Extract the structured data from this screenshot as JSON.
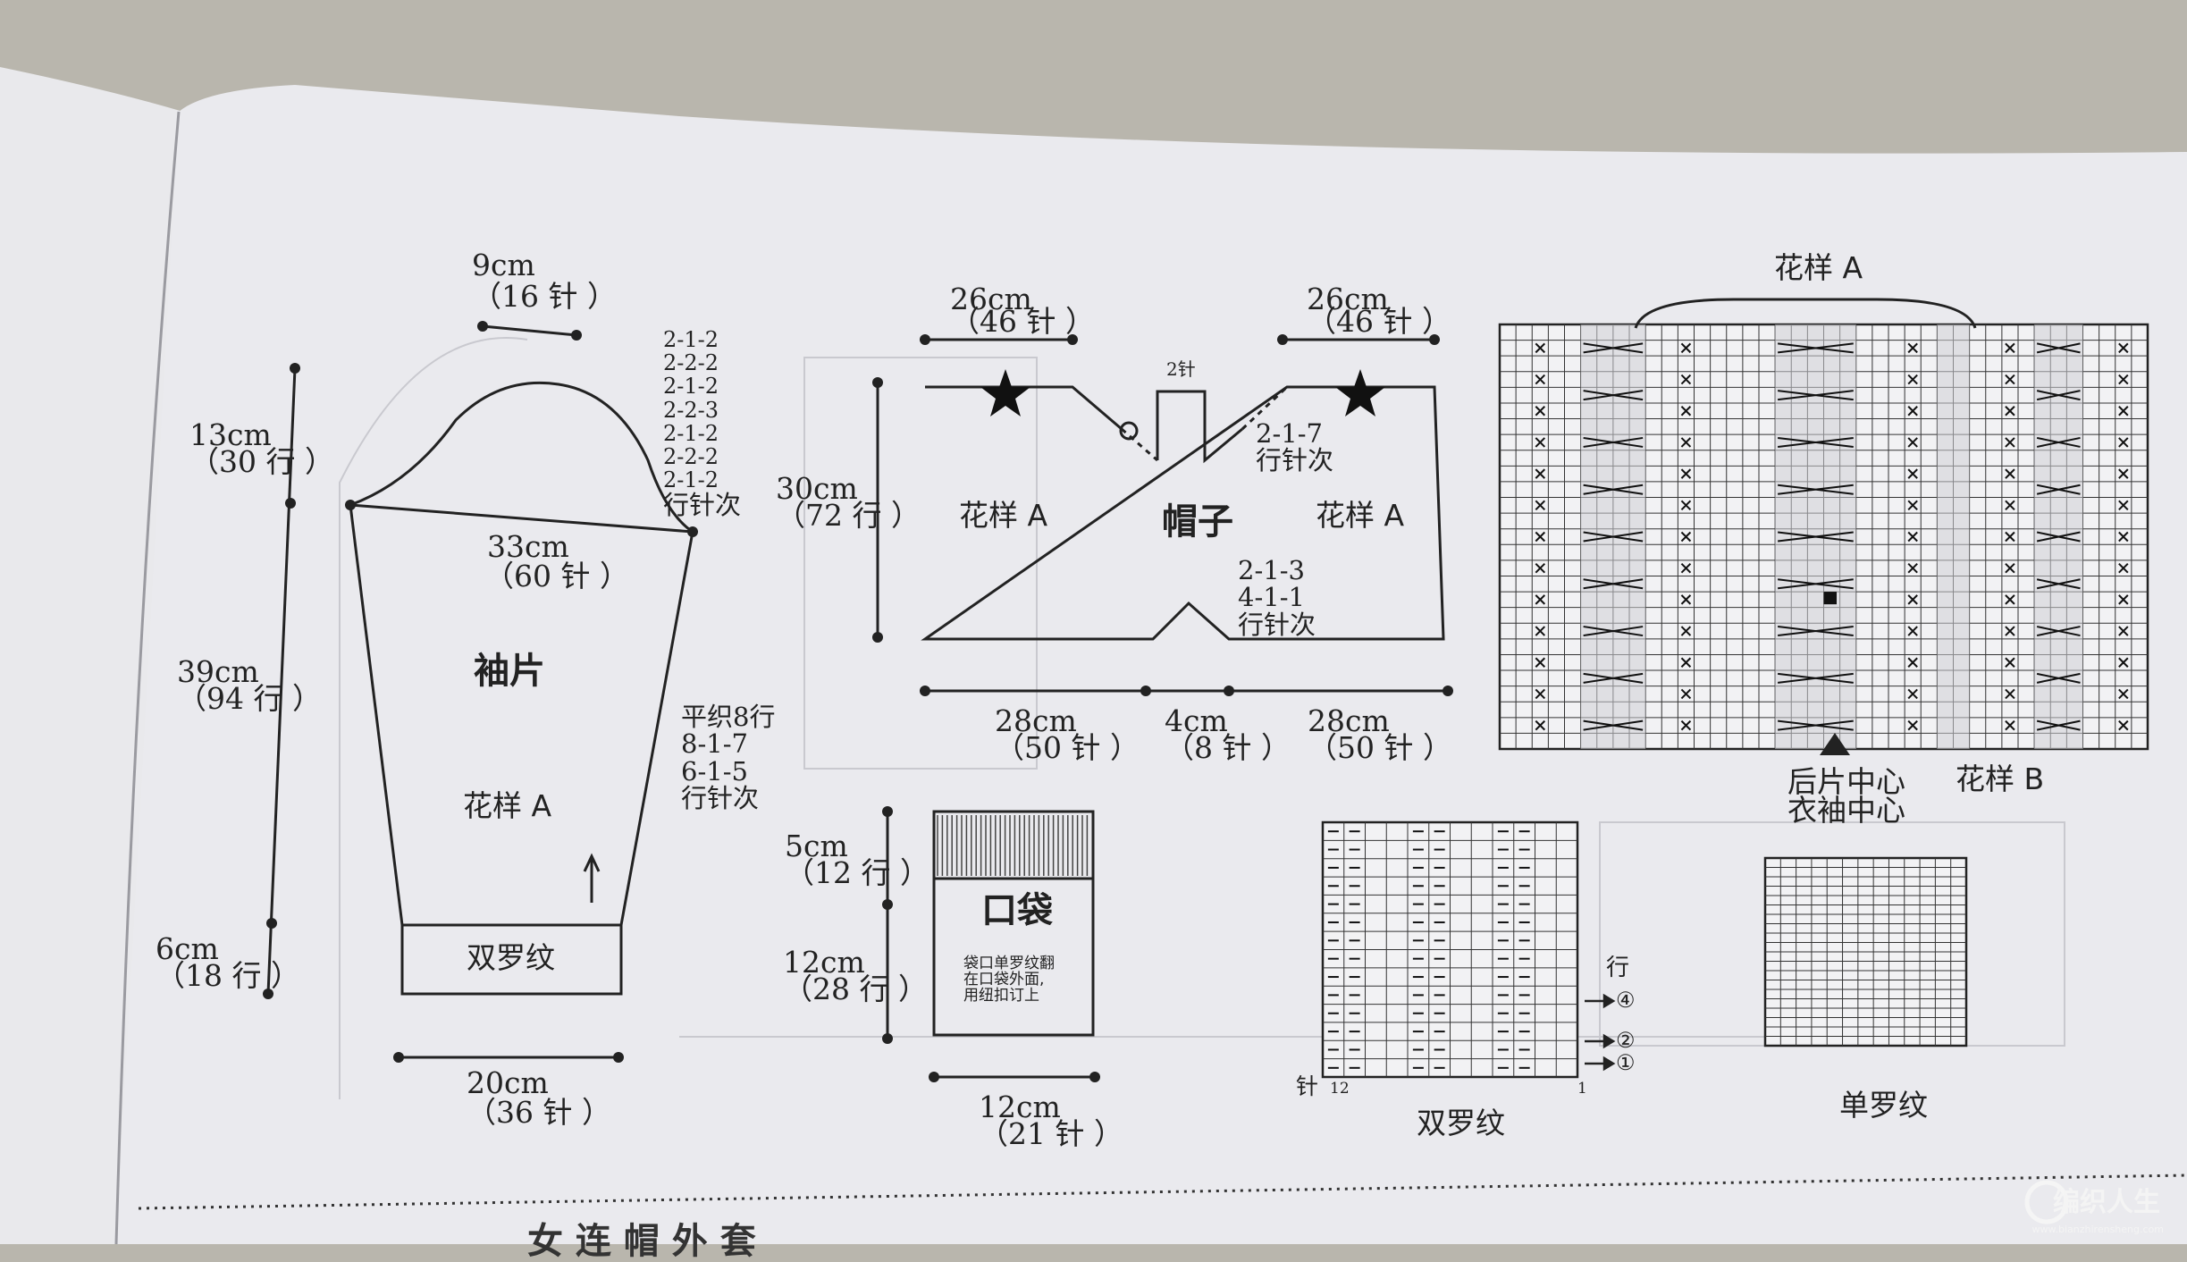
{
  "sleeve": {
    "top_width": "9cm",
    "top_stitches": "（16 针 ）",
    "cap_height": "13cm",
    "cap_rows": "（30 行 ）",
    "cap_shaping": [
      "2-1-2",
      "2-2-2",
      "2-1-2",
      "2-2-3",
      "2-1-2",
      "2-2-2",
      "2-1-2",
      "行针次"
    ],
    "upper_width": "33cm",
    "upper_stitches": "（60 针 ）",
    "body_height": "39cm",
    "body_rows": "（94 行 ）",
    "title": "袖片",
    "pattern": "花样 A",
    "increase": [
      "平织8行",
      "8-1-7",
      "6-1-5",
      "行针次"
    ],
    "rib_height": "6cm",
    "rib_rows": "（18 行 ）",
    "rib_label": "双罗纹",
    "bottom_width": "20cm",
    "bottom_stitches": "（36 针 ）"
  },
  "hood": {
    "left_top_width": "26cm",
    "left_top_stitches": "（46 针 ）",
    "right_top_width": "26cm",
    "right_top_stitches": "（46 针 ）",
    "center_label": "2针",
    "height": "30cm",
    "height_rows": "（72 行 ）",
    "left_pattern": "花样 A",
    "title": "帽子",
    "right_pattern": "花样 A",
    "top_shaping": [
      "2-1-7",
      "行针次"
    ],
    "bottom_shaping": [
      "2-1-3",
      "4-1-1",
      "行针次"
    ],
    "bottom_left": "28cm",
    "bottom_left_stitches": "（50 针 ）",
    "bottom_center": "4cm",
    "bottom_center_stitches": "（8 针 ）",
    "bottom_right": "28cm",
    "bottom_right_stitches": "（50 针 ）"
  },
  "pocket": {
    "top_height": "5cm",
    "top_rows": "（12 行 ）",
    "body_height": "12cm",
    "body_rows": "（28 行 ）",
    "title": "口袋",
    "note": [
      "袋口单罗纹翻",
      "在口袋外面,",
      "用纽扣订上"
    ],
    "width": "12cm",
    "width_stitches": "（21 针 ）"
  },
  "chart_a": {
    "title": "花样 A",
    "back_center": "后片中心",
    "sleeve_center": "衣袖中心",
    "pattern_b": "花样 B"
  },
  "double_rib": {
    "title": "双罗纹",
    "row_label": "行",
    "row_marks": [
      "④",
      "②",
      "①"
    ],
    "needle_label": "针",
    "stitch_start": "12",
    "stitch_end": "1"
  },
  "single_rib": {
    "title": "单罗纹"
  },
  "footer": {
    "heading_fragment": "女 连 帽 外 套"
  },
  "watermark": {
    "name": "编织人生",
    "url": "www.bianzhirensheng.com"
  }
}
